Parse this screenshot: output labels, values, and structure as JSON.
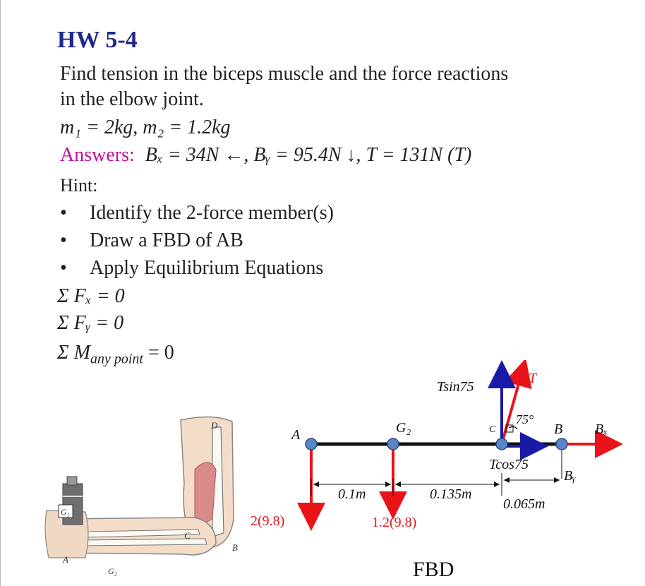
{
  "title": "HW 5-4",
  "problem_line1": "Find tension in the biceps muscle and the force reactions",
  "problem_line2": "in the elbow joint.",
  "masses": "m₁ = 2kg, m₂ = 1.2kg",
  "answers_label": "Answers:",
  "answers_value": "Bₓ = 34N ←, Bᵧ = 95.4N ↓, T = 131N (T)",
  "hint_label": "Hint:",
  "hints": [
    "Identify the 2-force member(s)",
    "Draw a FBD of AB",
    "Apply Equilibrium Equations"
  ],
  "equations": [
    "Σ Fₓ = 0",
    "Σ Fᵧ = 0",
    "Σ M",
    "any point",
    " = 0"
  ],
  "arm_labels": {
    "D": "D",
    "G1": "G₁",
    "C": "C",
    "B": "B",
    "A": "A",
    "G2": "G₂"
  },
  "fbd": {
    "label_A": "A",
    "label_G2": "G₂",
    "label_C": "C",
    "label_B": "B",
    "label_Bx": "Bₓ",
    "label_By": "Bᵧ",
    "label_T": "T",
    "label_Tsin": "Tsin75",
    "label_Tcos": "Tcos75",
    "angle": "75°",
    "load1": "2(9.8)",
    "load2": "1.2(9.8)",
    "dim1": "0.1m",
    "dim2": "0.135m",
    "dim3": "0.065m",
    "caption": "FBD"
  },
  "colors": {
    "title": "#1f2a8a",
    "answers": "#c0109b",
    "red": "#e8141a",
    "blue": "#1a1aa8",
    "node": "#5a86c7"
  }
}
